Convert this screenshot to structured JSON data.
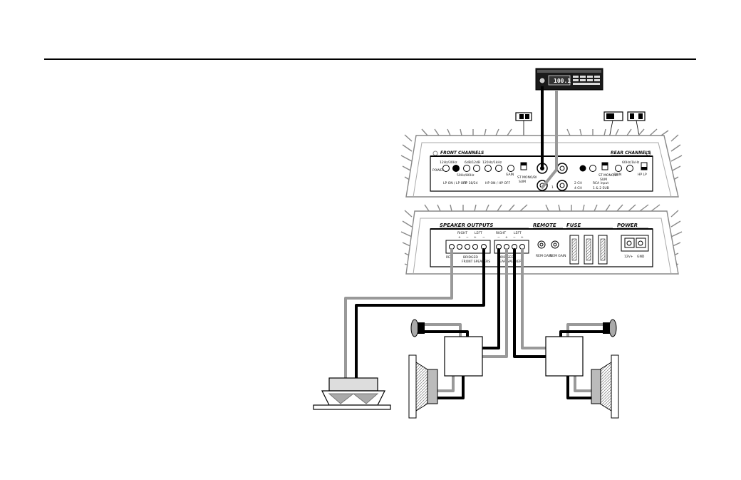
{
  "head_unit": {
    "display": "100.1"
  },
  "top_panel": {
    "front_title": "FRONT CHANNELS",
    "rear_title": "REAR CHANNELS",
    "power": "POWER",
    "sum": "SUM",
    "mode_front": "ST MONO/BI",
    "mode_rear": "ST MONO/BI",
    "hp_lp": "HP LP",
    "rca_input": "RCA input",
    "ch_24": "2 CH",
    "ch_4": "4 CH",
    "ch_opts": "1 & 2 SUB",
    "input_1": "1",
    "knob_labels_front": [
      "12Hz/30Hz",
      "50Hz/80Hz",
      "6dB/12dB",
      "120Hz/1kHz",
      "GAIN"
    ],
    "sw_labels_front": [
      "LP ON / LP OFF",
      "HP 18/24",
      "HP ON / HP OFF"
    ],
    "knob_labels_rear": [
      "GAIN",
      "60Hz/1kHz",
      "HP LP"
    ]
  },
  "bottom_panel": {
    "speaker_outputs": "SPEAKER OUTPUTS",
    "remote": "REMOTE",
    "fuse": "FUSE",
    "power": "POWER",
    "right": "RIGHT",
    "left": "LEFT",
    "rem": "REM",
    "bridged": "BRIDGED",
    "front_speakers": "FRONT SPEAKERS",
    "rear_speakers": "REAR SPEAKERS",
    "rem_gain": "REM GAIN",
    "twelve_v": "12V+",
    "gnd": "GND",
    "signs_front": [
      "+",
      "−",
      "+",
      "−"
    ],
    "signs_rear": [
      "−",
      "+",
      "−",
      "+"
    ]
  }
}
